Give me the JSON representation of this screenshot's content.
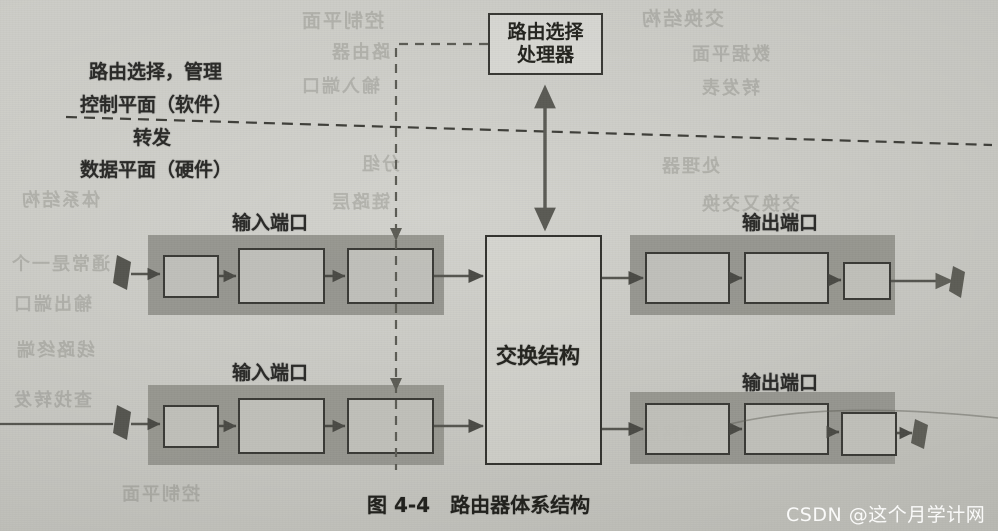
{
  "figure": {
    "caption": "图 4-4　路由器体系结构",
    "caption_number": "图 4-4",
    "caption_title": "路由器体系结构"
  },
  "planes": {
    "routing_management": "路由选择，管理",
    "control_plane": "控制平面（软件）",
    "forwarding": "转发",
    "data_plane": "数据平面（硬件）"
  },
  "processor": {
    "line1": "路由选择",
    "line2": "处理器"
  },
  "fabric": {
    "label": "交换结构"
  },
  "ports": {
    "input_top_label": "输入端口",
    "input_bottom_label": "输入端口",
    "output_top_label": "输出端口",
    "output_bottom_label": "输出端口"
  },
  "watermark": {
    "text": "CSDN @这个月学计网"
  },
  "colors": {
    "paper": "#c6c6c1",
    "band": "#91918b",
    "ink": "#2a2a28",
    "box_border": "#3a3a36",
    "watermark": "#ffffff"
  },
  "bleed_through": [
    "控制平面",
    "交换结构",
    "路由器",
    "数据平面",
    "输入端口",
    "转发表",
    "分组",
    "处理器",
    "体系结构",
    "链路层",
    "交换又交换",
    "通常是一个",
    "输出端口",
    "线路终端",
    "查找转发"
  ]
}
